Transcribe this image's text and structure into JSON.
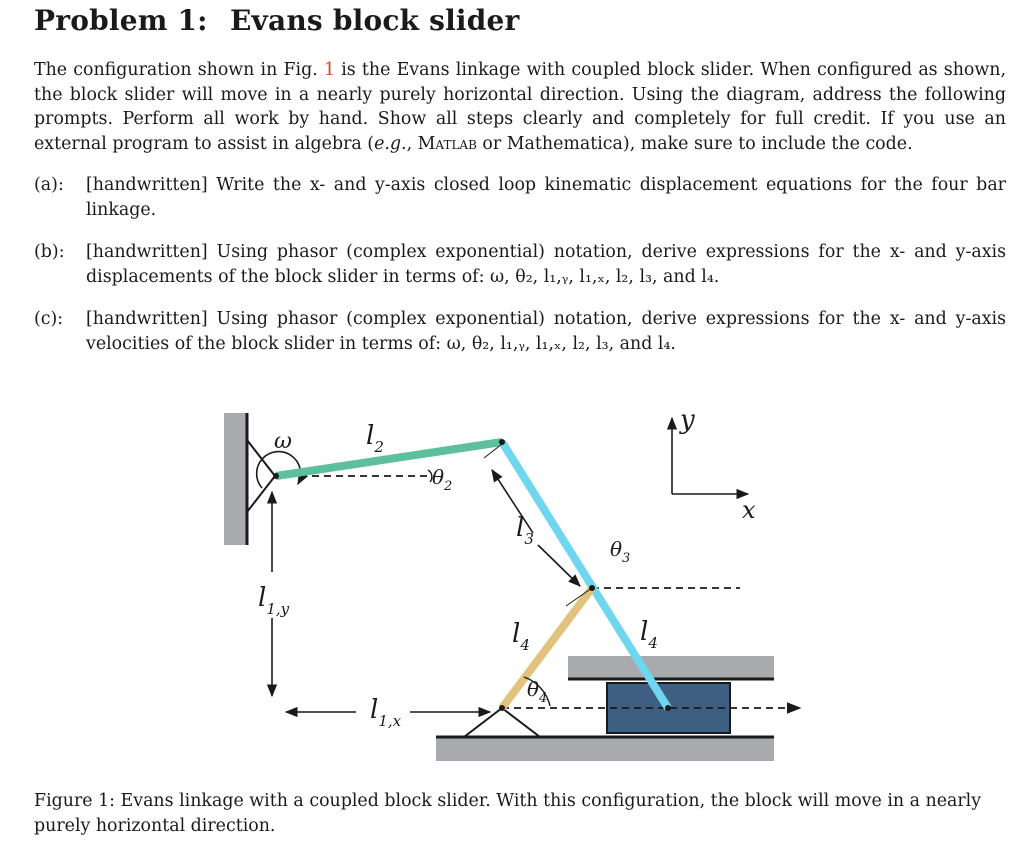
{
  "problem": {
    "number": "Problem 1:",
    "title": "Evans block slider"
  },
  "intro": {
    "p1": "The configuration shown in Fig.",
    "fig_ref": "1",
    "p2": " is the Evans linkage with coupled block slider. When configured as shown, the block slider will move in a nearly purely horizontal direction. Using the diagram, address the following prompts. Perform all work by hand. Show all steps clearly and completely for full credit. If you use an external program to assist in algebra (",
    "eg": "e.g.",
    "p3": ", ",
    "matlab": "Matlab",
    "p4": " or Mathematica), make sure to include the code."
  },
  "items": [
    {
      "label": "(a):",
      "text": "[handwritten] Write the x- and y-axis closed loop kinematic displacement equations for the four bar linkage."
    },
    {
      "label": "(b):",
      "text": "[handwritten] Using phasor (complex exponential) notation, derive expressions for the x- and y-axis displacements of the block slider in terms of: ω, θ₂, l₁,ᵧ, l₁,ₓ, l₂, l₃, and l₄."
    },
    {
      "label": "(c):",
      "text": "[handwritten] Using phasor (complex exponential) notation, derive expressions for the x- and y-axis velocities of the block slider in terms of: ω, θ₂, l₁,ᵧ, l₁,ₓ, l₂, l₃, and l₄."
    }
  ],
  "figure": {
    "labels": {
      "omega": "ω",
      "l2": "l",
      "l2_sub": "2",
      "theta2": "θ",
      "theta2_sub": "2",
      "l3": "l",
      "l3_sub": "3",
      "theta3": "θ",
      "theta3_sub": "3",
      "l1y": "l",
      "l1y_sub": "1,y",
      "l4a": "l",
      "l4a_sub": "4",
      "l4b": "l",
      "l4b_sub": "4",
      "theta4": "θ",
      "theta4_sub": "4",
      "l1x": "l",
      "l1x_sub": "1,x",
      "axis_y": "y",
      "axis_x": "x"
    },
    "colors": {
      "link2": "#5dbf9b",
      "link3": "#6fd6f0",
      "link4": "#e2c27c",
      "block": "#3f5f82",
      "ground": "#a8aaad"
    }
  },
  "caption": "Figure 1: Evans linkage with a coupled block slider. With this configuration, the block will move in a nearly purely horizontal direction."
}
